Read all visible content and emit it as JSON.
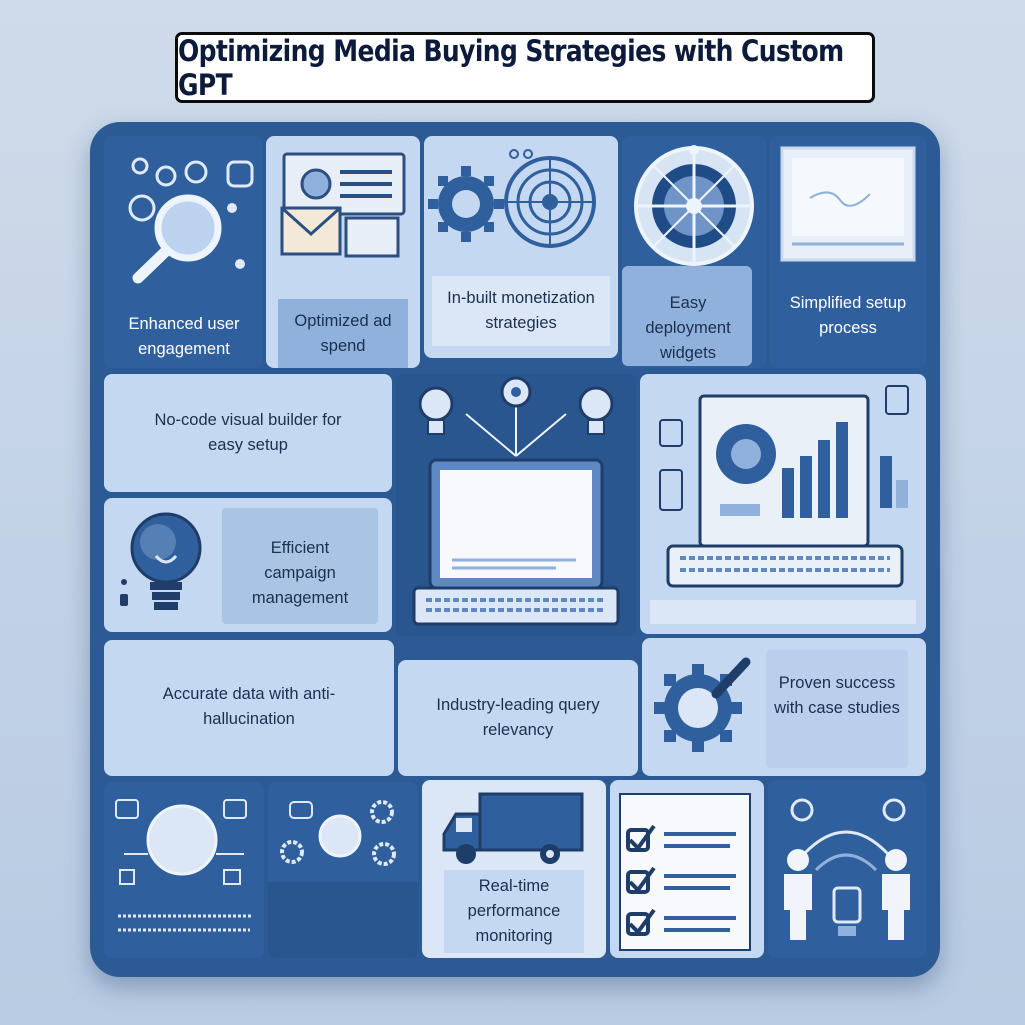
{
  "title": "Optimizing Media Buying Strategies with Custom GPT",
  "features": {
    "enhanced_engagement": "Enhanced user engagement",
    "optimized_ad_spend": "Optimized ad spend",
    "monetization": "In-built monetization strategies",
    "deployment": "Easy deployment widgets",
    "setup_process": "Simplified setup process",
    "no_code_builder": "No-code visual builder for easy setup",
    "campaign_management": "Efficient campaign management",
    "anti_hallucination": "Accurate data with anti-hallucination",
    "query_relevancy": "Industry-leading query relevancy",
    "case_studies": "Proven success with case studies",
    "realtime_monitoring": "Real-time performance monitoring"
  },
  "colors": {
    "board": "#2c5a95",
    "tile_dark": "#2f5f9c",
    "tile_mid": "#8fb1dc",
    "tile_light": "#c5d8f1",
    "title_border": "#0b0b0b"
  },
  "icons": [
    "magnifier-icon",
    "envelope-icon",
    "gear-icon",
    "target-icon",
    "compass-icon",
    "monitor-icon",
    "laptop-icon",
    "lightbulb-icon",
    "bar-chart-icon",
    "truck-icon",
    "checklist-icon",
    "people-icon"
  ]
}
